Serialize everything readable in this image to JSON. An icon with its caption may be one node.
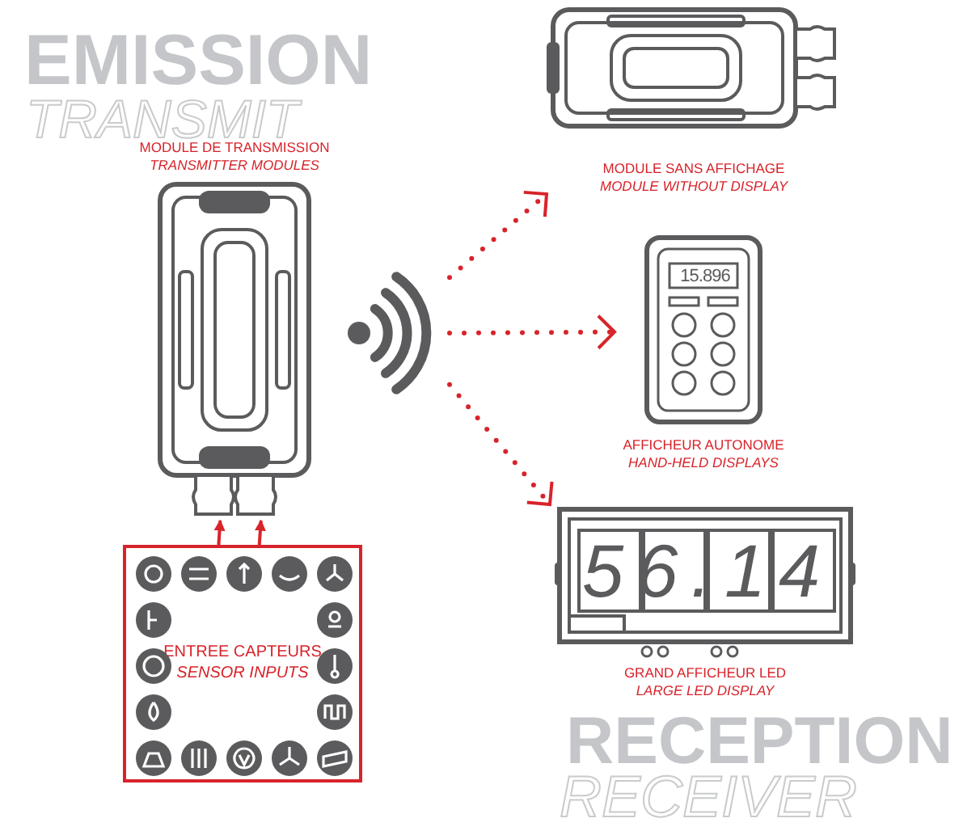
{
  "diagram": {
    "nodes": [
      {
        "text": [
          "MODULE DE TRANSMISSION",
          "TRANSMITTER MODULES"
        ]
      },
      {
        "text": [
          "ENTREE CAPTEURS",
          "SENSOR INPUTS"
        ]
      },
      {
        "text": [],
        "shape": "picture"
      },
      {
        "text": [
          "MODULE SANS AFFICHAGE",
          "MODULE WITHOUT DISPLAY"
        ]
      },
      {
        "text": [
          "AFFICHEUR AUTONOME",
          "HAND-HELD DISPLAYS"
        ]
      },
      {
        "text": [
          "GRAND AFFICHEUR LED",
          "LARGE LED DISPLAY"
        ]
      }
    ],
    "edges": [
      {
        "from": 1,
        "to": 0,
        "arrow": "to"
      },
      {
        "from": 1,
        "to": 0,
        "arrow": "to"
      },
      {
        "from": 2,
        "to": 3,
        "arrow": "to",
        "style": "dashed"
      },
      {
        "from": 2,
        "to": 4,
        "arrow": "to",
        "style": "dashed"
      },
      {
        "from": 2,
        "to": 5,
        "arrow": "to",
        "style": "dashed"
      }
    ],
    "labels": [
      "EMISSION",
      "TRANSMIT",
      "15.896",
      "56.14",
      "RECEPTION",
      "RECEIVER"
    ]
  }
}
